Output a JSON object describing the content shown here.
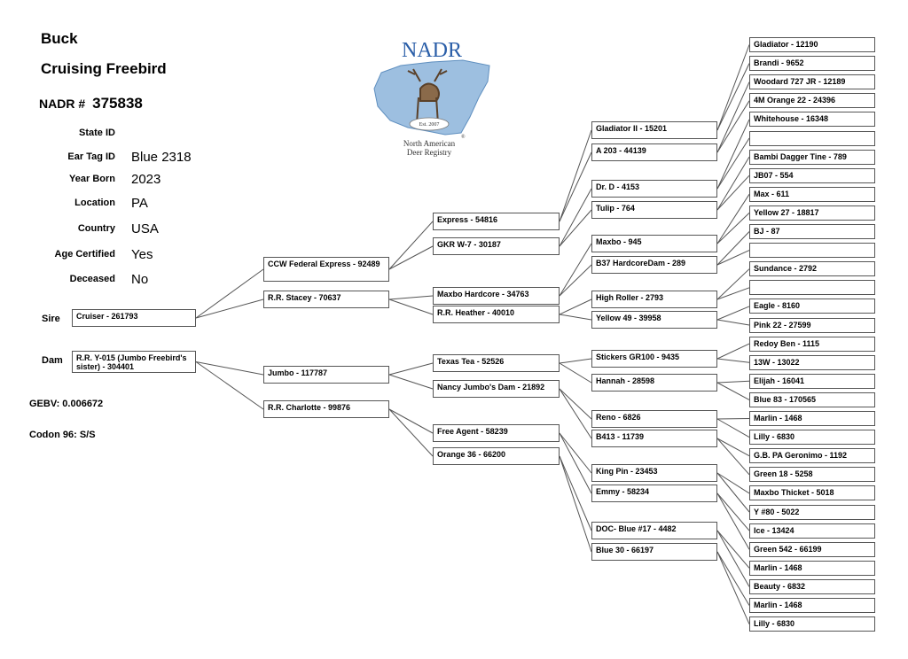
{
  "header": {
    "type_label": "Buck",
    "name": "Cruising Freebird",
    "reg_label": "NADR #",
    "reg_number": "375838"
  },
  "info": [
    {
      "label": "State ID",
      "value": ""
    },
    {
      "label": "Ear Tag ID",
      "value": "Blue 2318"
    },
    {
      "label": "Year Born",
      "value": "2023"
    },
    {
      "label": "Location",
      "value": "PA"
    },
    {
      "label": "Country",
      "value": "USA"
    },
    {
      "label": "Age Certified",
      "value": "Yes"
    },
    {
      "label": "Deceased",
      "value": "No"
    }
  ],
  "sire_label": "Sire",
  "dam_label": "Dam",
  "gebv": "GEBV: 0.006672",
  "codon": "Codon 96: S/S",
  "logo": {
    "title": "NADR",
    "est": "Est. 2007",
    "line1": "North American",
    "line2": "Deer Registry",
    "mark": "®"
  },
  "pedigree": {
    "g1": [
      "Cruiser - 261793",
      "R.R. Y-015 (Jumbo Freebird's sister) - 304401"
    ],
    "g2": [
      "CCW Federal Express - 92489",
      "R.R. Stacey - 70637",
      "Jumbo - 117787",
      "R.R. Charlotte - 99876"
    ],
    "g3": [
      "Express - 54816",
      "GKR W-7 - 30187",
      "Maxbo Hardcore - 34763",
      "R.R. Heather - 40010",
      "Texas Tea - 52526",
      "Nancy Jumbo's Dam - 21892",
      "Free Agent - 58239",
      "Orange 36 - 66200"
    ],
    "g4": [
      "Gladiator II - 15201",
      "A 203 - 44139",
      "Dr. D - 4153",
      "Tulip - 764",
      "Maxbo - 945",
      "B37 HardcoreDam  - 289",
      "High Roller - 2793",
      "Yellow 49 - 39958",
      "Stickers GR100 - 9435",
      "Hannah - 28598",
      "Reno - 6826",
      "B413 - 11739",
      "King Pin - 23453",
      "Emmy - 58234",
      "DOC- Blue #17 - 4482",
      "Blue 30 - 66197"
    ],
    "g5": [
      "Gladiator - 12190",
      "Brandi - 9652",
      "Woodard 727 JR - 12189",
      "4M Orange 22 - 24396",
      "Whitehouse - 16348",
      "",
      "Bambi Dagger Tine - 789",
      "JB07 - 554",
      "Max - 611",
      "Yellow 27 - 18817",
      "BJ - 87",
      "",
      "Sundance - 2792",
      "",
      "Eagle - 8160",
      "Pink 22 - 27599",
      "Redoy Ben - 1115",
      "13W - 13022",
      "Elijah - 16041",
      "Blue 83 - 170565",
      "Marlin - 1468",
      "Lilly - 6830",
      "G.B. PA Geronimo - 1192",
      "Green 18 - 5258",
      "Maxbo Thicket - 5018",
      "Y #80 - 5022",
      "Ice - 13424",
      "Green 542 - 66199",
      "Marlin - 1468",
      "Beauty - 6832",
      "Marlin - 1468",
      "Lilly - 6830"
    ]
  }
}
